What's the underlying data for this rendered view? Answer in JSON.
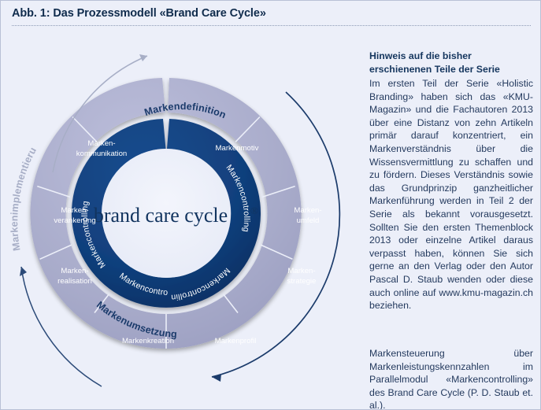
{
  "figure": {
    "title": "Abb. 1: Das Prozessmodell «Brand Care Cycle»"
  },
  "diagram": {
    "center_label": "brand care cycle",
    "center_registered": "®",
    "phases": [
      {
        "name": "markendefinition",
        "label": "Markendefinition",
        "color": "#1b3b6b",
        "tone": "dark"
      },
      {
        "name": "markenimplementierung",
        "label": "Markenimplementierung",
        "color": "#a7aec6",
        "tone": "grey"
      },
      {
        "name": "markenumsetzung",
        "label": "Markenumsetzung",
        "color": "#1b3b6b",
        "tone": "dark"
      }
    ],
    "outer_segments": [
      {
        "name": "markenmotiv",
        "lines": [
          "Markenmotiv"
        ]
      },
      {
        "name": "markenumfeld",
        "lines": [
          "Marken-",
          "umfeld"
        ]
      },
      {
        "name": "markenstrategie",
        "lines": [
          "Marken-",
          "strategie"
        ]
      },
      {
        "name": "markenprofil",
        "lines": [
          "Markenprofil"
        ]
      },
      {
        "name": "markenkreation",
        "lines": [
          "Markenkreation"
        ]
      },
      {
        "name": "markenrealisation",
        "lines": [
          "Marken-",
          "realisation"
        ]
      },
      {
        "name": "markenverankerung",
        "lines": [
          "Marken-",
          "verankerung"
        ]
      },
      {
        "name": "markenkommunikation",
        "lines": [
          "Marken-",
          "kommunikation"
        ]
      }
    ],
    "inner_ring_label": "Markencontrolling",
    "inner_ring_repeats": 4,
    "colors": {
      "navy": "#11407d",
      "navy_dark": "#0d3468",
      "lavender": "#a8abca",
      "lavender_light": "#b4b7d2",
      "background": "#eceff9",
      "arrow_grey": "#a7aec6",
      "arrow_navy": "#1b3b6b"
    }
  },
  "sidebar": {
    "heading_line1": "Hinweis auf die bisher",
    "heading_line2": "erschienenen Teile der Serie",
    "body": "Im ersten Teil der Serie «Holistic Branding» haben sich das «KMU-Magazin» und die Fachautoren 2013 über eine Distanz von zehn Artikeln primär darauf konzentriert, ein Markenverständnis über die Wissensvermittlung zu schaffen und zu fördern. Dieses Verständnis sowie das Grundprinzip ganzheitlicher Markenführung werden in Teil 2 der Serie als bekannt vorausgesetzt. Sollten Sie den ersten Themenblock 2013 oder einzelne Artikel daraus verpasst haben, können Sie sich gerne an den Verlag oder den Autor Pascal D. Staub wenden oder diese auch online auf www.kmu-magazin.ch beziehen."
  },
  "caption": {
    "text": "Markensteuerung über Markenleistungskennzahlen im Parallelmodul «Markencontrolling» des Brand Care Cycle (P. D. Staub et. al.)."
  }
}
